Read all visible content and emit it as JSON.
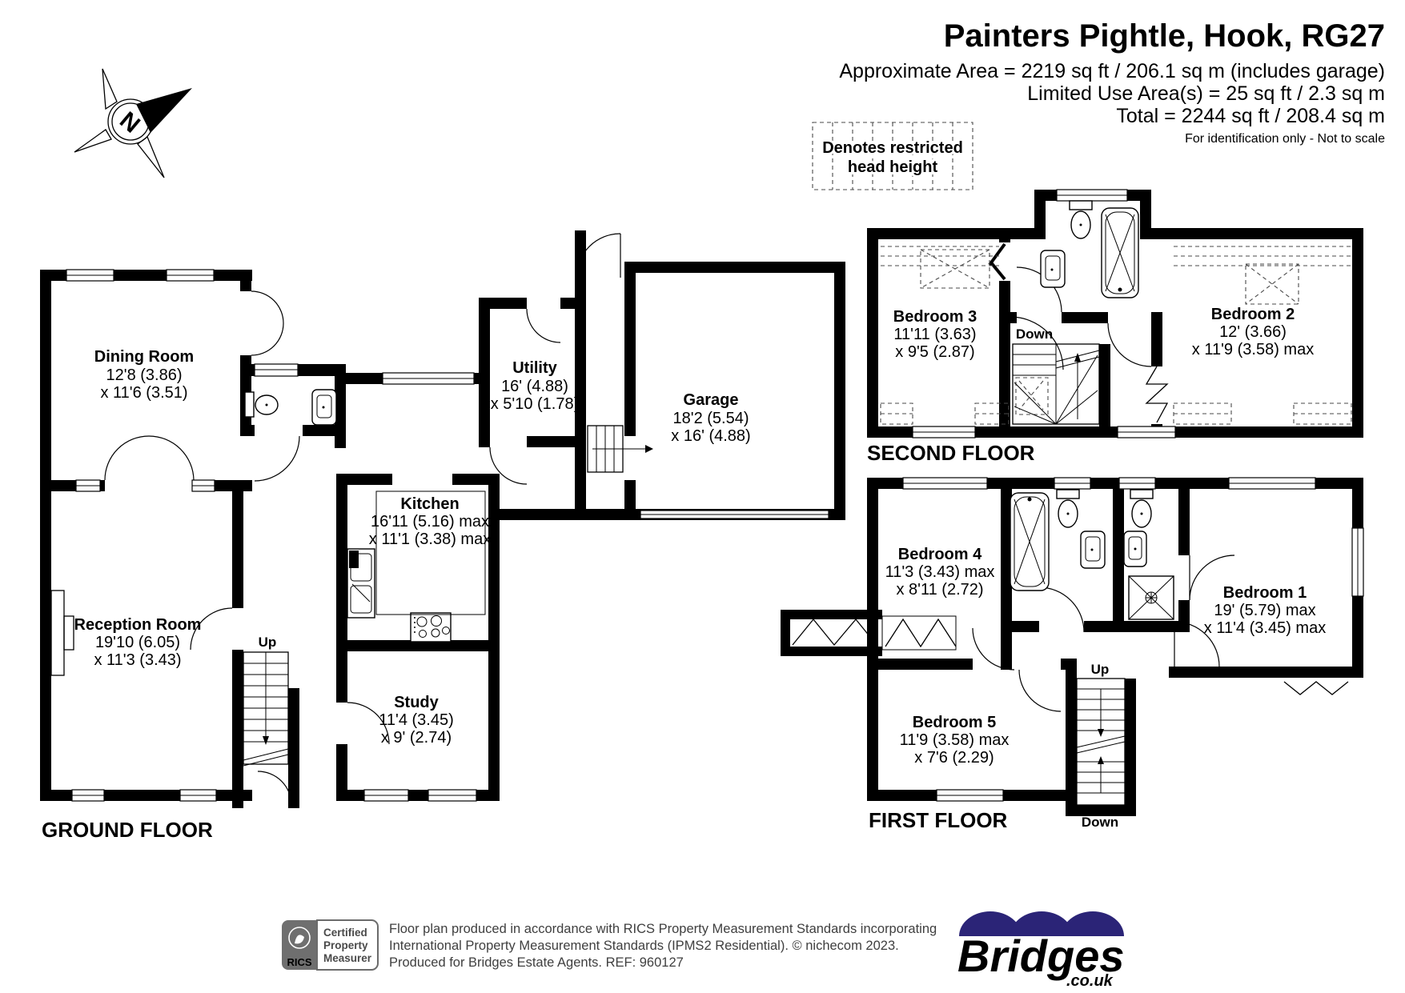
{
  "header": {
    "title": "Painters Pightle, Hook, RG27",
    "area_line1": "Approximate Area = 2219 sq ft / 206.1 sq m (includes garage)",
    "area_line2": "Limited Use Area(s) = 25 sq ft / 2.3 sq m",
    "area_line3": "Total = 2244 sq ft / 208.4 sq m",
    "note": "For identification only - Not to scale"
  },
  "legend": {
    "line1": "Denotes restricted",
    "line2": "head height"
  },
  "compass": {
    "north": "N"
  },
  "ground_floor": {
    "label": "GROUND FLOOR",
    "stairs": "Up",
    "rooms": {
      "dining": {
        "name": "Dining Room",
        "d1": "12'8 (3.86)",
        "d2": "x 11'6 (3.51)"
      },
      "reception": {
        "name": "Reception Room",
        "d1": "19'10 (6.05)",
        "d2": "x 11'3 (3.43)"
      },
      "kitchen": {
        "name": "Kitchen",
        "d1": "16'11 (5.16) max",
        "d2": "x 11'1 (3.38) max"
      },
      "study": {
        "name": "Study",
        "d1": "11'4 (3.45)",
        "d2": "x 9' (2.74)"
      },
      "utility": {
        "name": "Utility",
        "d1": "16' (4.88)",
        "d2": "x 5'10 (1.78)"
      },
      "garage": {
        "name": "Garage",
        "d1": "18'2 (5.54)",
        "d2": "x 16' (4.88)"
      }
    }
  },
  "second_floor": {
    "label": "SECOND FLOOR",
    "stairs": "Down",
    "rooms": {
      "bedroom3": {
        "name": "Bedroom 3",
        "d1": "11'11 (3.63)",
        "d2": "x 9'5 (2.87)"
      },
      "bedroom2": {
        "name": "Bedroom 2",
        "d1": "12' (3.66)",
        "d2": "x 11'9 (3.58) max"
      }
    }
  },
  "first_floor": {
    "label": "FIRST FLOOR",
    "stairs_up": "Up",
    "stairs_down": "Down",
    "rooms": {
      "bedroom4": {
        "name": "Bedroom 4",
        "d1": "11'3 (3.43) max",
        "d2": "x 8'11 (2.72)"
      },
      "bedroom1": {
        "name": "Bedroom 1",
        "d1": "19' (5.79) max",
        "d2": "x 11'4 (3.45) max"
      },
      "bedroom5": {
        "name": "Bedroom 5",
        "d1": "11'9 (3.58) max",
        "d2": "x 7'6 (2.29)"
      }
    }
  },
  "footer": {
    "rics": "RICS",
    "cert_line1": "Certified",
    "cert_line2": "Property",
    "cert_line3": "Measurer",
    "disc_line1": "Floor plan produced in accordance with RICS Property Measurement Standards incorporating",
    "disc_line2": "International Property Measurement Standards (IPMS2 Residential).  © nichecom 2023.",
    "disc_line3": "Produced for Bridges Estate Agents.   REF: 960127",
    "brand": "Bridges",
    "brand_suffix": ".co.uk",
    "brand_color": "#2b2477"
  }
}
